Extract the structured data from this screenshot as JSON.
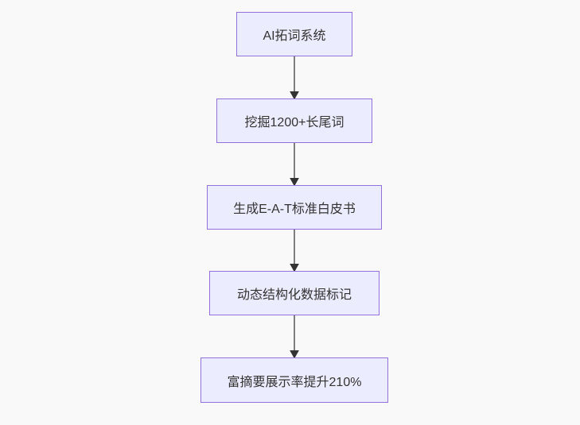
{
  "diagram": {
    "type": "flowchart",
    "direction": "top-down",
    "nodes": [
      {
        "id": "step1",
        "label": "AI拓词系统"
      },
      {
        "id": "step2",
        "label": "挖掘1200+长尾词"
      },
      {
        "id": "step3",
        "label": "生成E-A-T标准白皮书"
      },
      {
        "id": "step4",
        "label": "动态结构化数据标记"
      },
      {
        "id": "step5",
        "label": "富摘要展示率提升210%"
      }
    ],
    "edges": [
      {
        "from": "AI拓词系统",
        "to": "挖掘1200+长尾词"
      },
      {
        "from": "挖掘1200+长尾词",
        "to": "生成E-A-T标准白皮书"
      },
      {
        "from": "生成E-A-T标准白皮书",
        "to": "动态结构化数据标记"
      },
      {
        "from": "动态结构化数据标记",
        "to": "富摘要展示率提升210%"
      }
    ],
    "colors": {
      "node_fill": "#ECECFF",
      "node_border": "#9370DB",
      "node_text": "#333333",
      "edge_line": "#565656",
      "arrowhead": "#333333",
      "background": "#f9f9f9"
    }
  }
}
